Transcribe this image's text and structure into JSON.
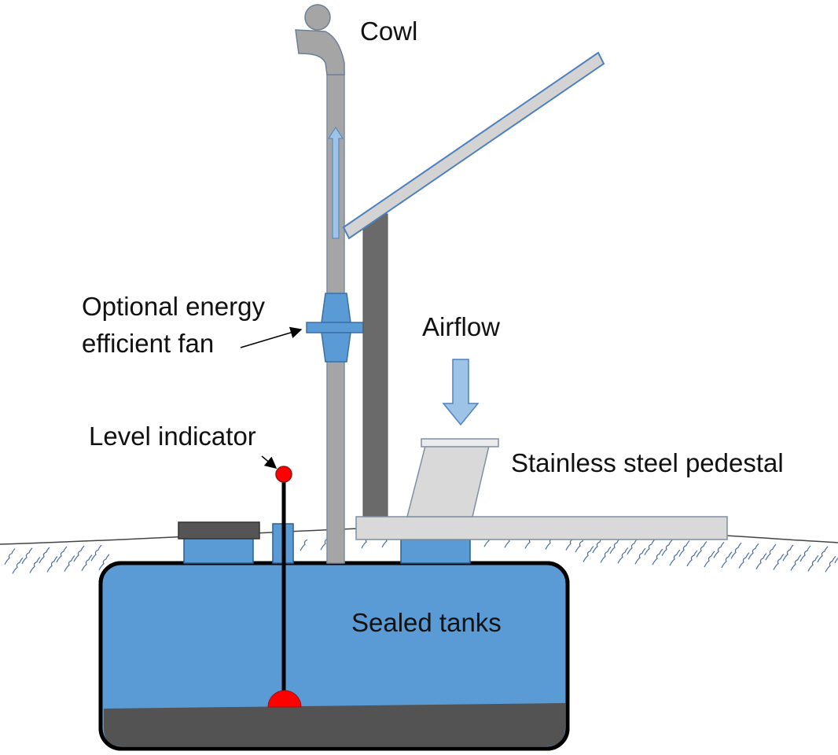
{
  "labels": {
    "cowl": "Cowl",
    "fan_line1": "Optional energy",
    "fan_line2": "efficient fan",
    "airflow": "Airflow",
    "level_indicator": "Level indicator",
    "pedestal": "Stainless steel pedestal",
    "tanks": "Sealed tanks"
  },
  "colors": {
    "tank_blue": "#5b9bd5",
    "outline": "#000000",
    "pipe_grey": "#a5a5a5",
    "dark_grey": "#595959",
    "post_grey": "#6a6a6a",
    "light_grey": "#d9d9d9",
    "light_blue": "#9dc3e6",
    "indicator_red": "#ff0000"
  }
}
